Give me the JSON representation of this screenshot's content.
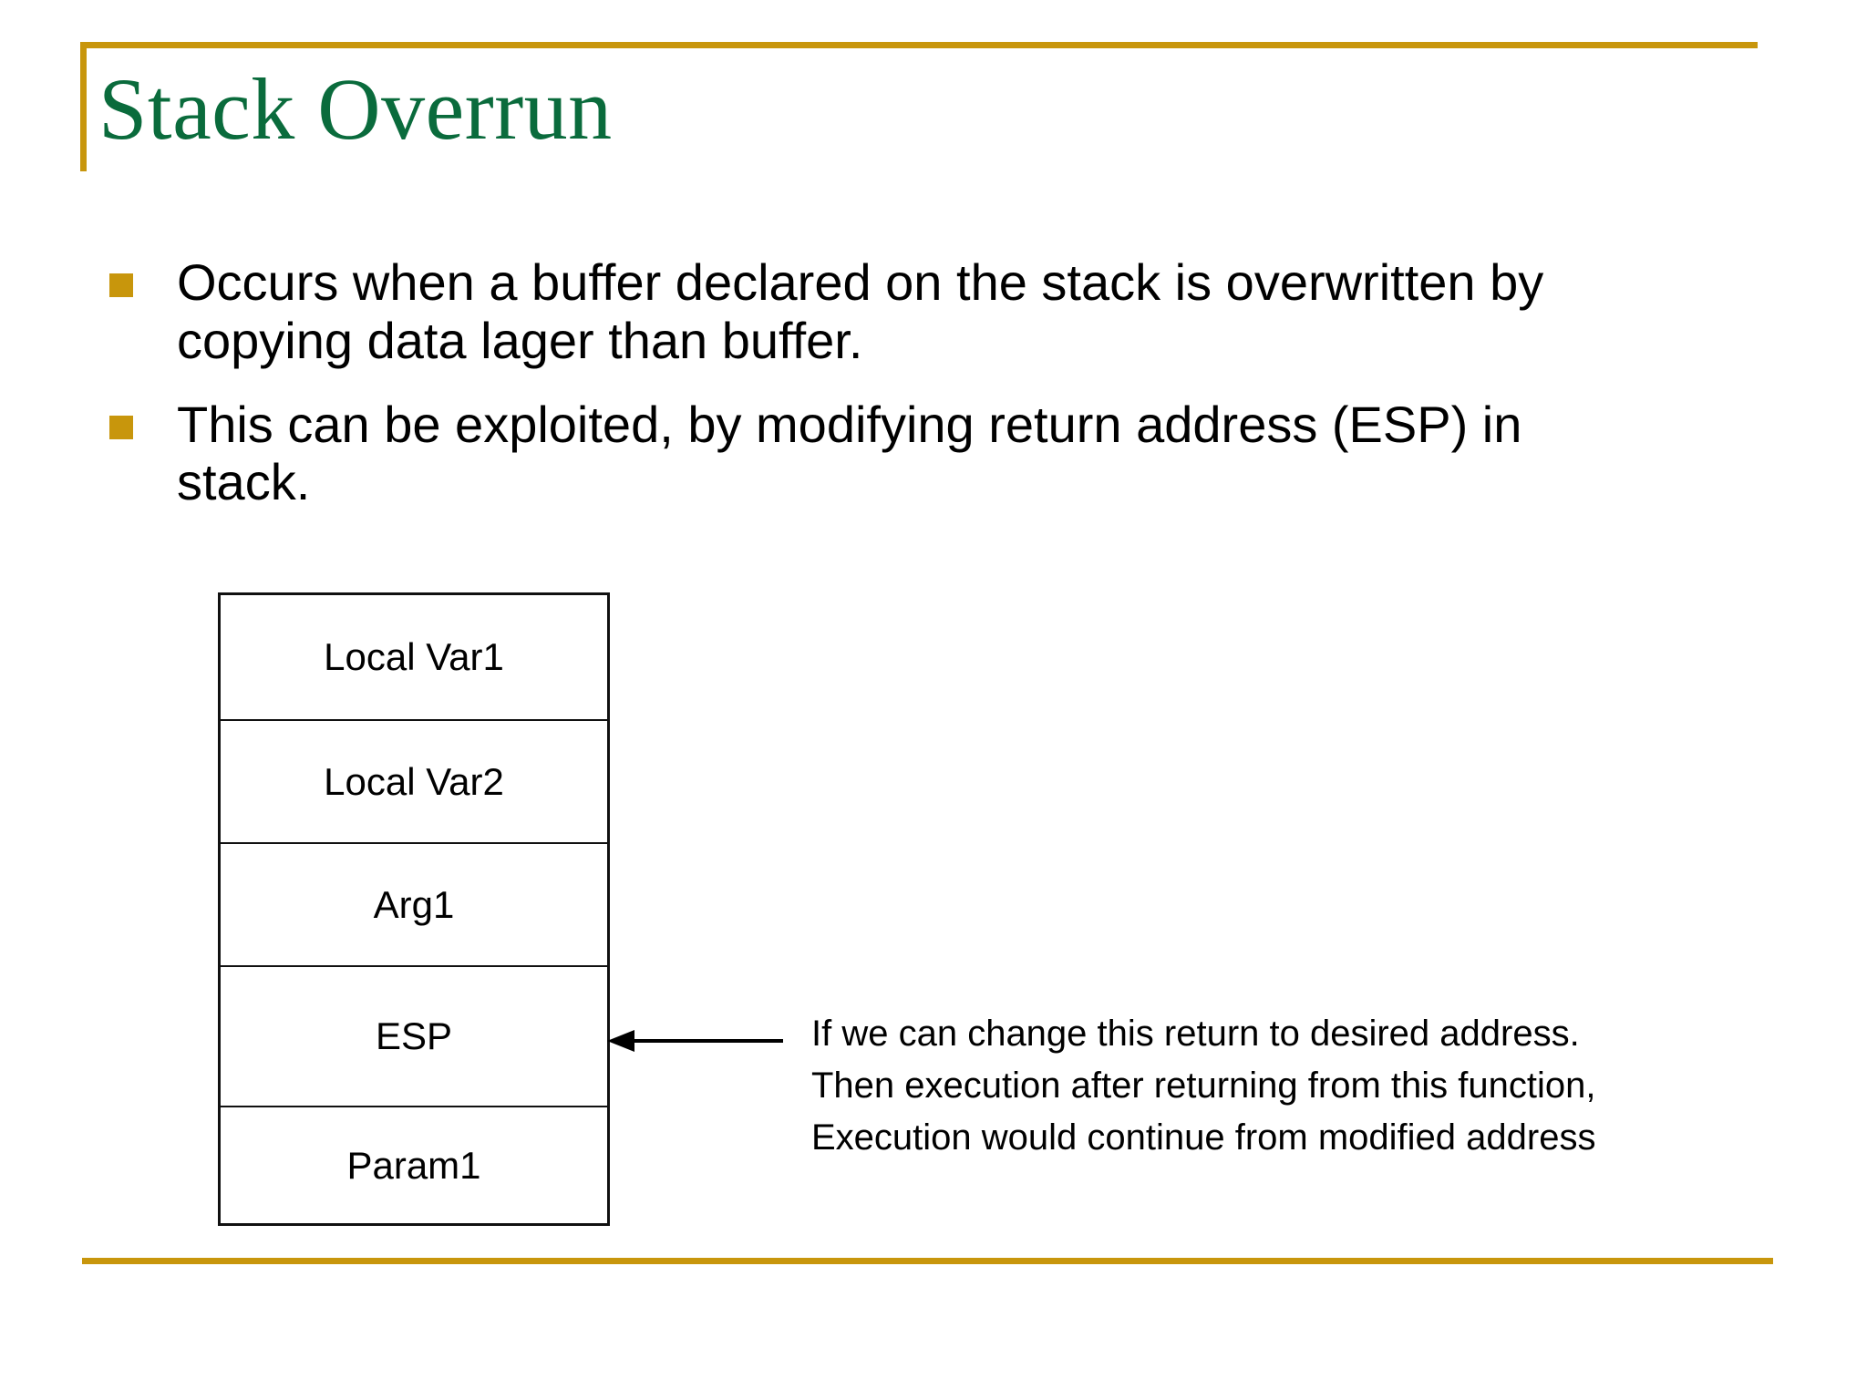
{
  "slide": {
    "title": "Stack Overrun",
    "accent_gold": "#c8960c",
    "title_green": "#0a6b3c",
    "body_black": "#000000",
    "background": "#ffffff"
  },
  "bullets": [
    {
      "marker": "square-bullet",
      "text": "Occurs when a buffer declared on the stack is overwritten by copying data lager than buffer."
    },
    {
      "marker": "square-bullet",
      "text": "This can be exploited, by modifying return address (ESP) in stack."
    }
  ],
  "stack_diagram": {
    "name": "stack-frame-table",
    "rows": [
      {
        "label": "Local Var1"
      },
      {
        "label": "Local Var2"
      },
      {
        "label": "Arg1"
      },
      {
        "label": "ESP"
      },
      {
        "label": "Param1"
      }
    ]
  },
  "callout": {
    "arrow": "left-arrow-to-esp",
    "lines": [
      "If we can change this return to desired address.",
      "Then execution after returning from this function,",
      "Execution would continue from modified address"
    ]
  }
}
